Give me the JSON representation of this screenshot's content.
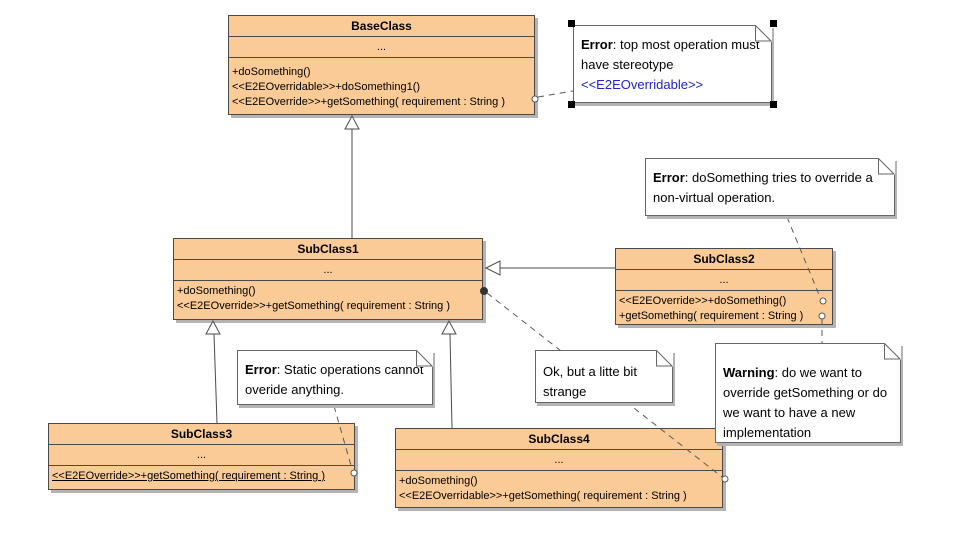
{
  "classes": [
    {
      "name": "BaseClass",
      "attributes": "...",
      "operations": [
        "+doSomething()",
        "<<E2EOverridable>>+doSomething1()",
        "<<E2EOverride>>+getSomething( requirement : String )"
      ]
    },
    {
      "name": "SubClass1",
      "attributes": "...",
      "operations": [
        "+doSomething()",
        "<<E2EOverride>>+getSomething( requirement : String )"
      ]
    },
    {
      "name": "SubClass2",
      "attributes": "...",
      "operations": [
        "<<E2EOverride>>+doSomething()",
        "+getSomething( requirement : String )"
      ]
    },
    {
      "name": "SubClass3",
      "attributes": "...",
      "operations": [
        "<<E2EOverride>>+getSomething( requirement : String )"
      ]
    },
    {
      "name": "SubClass4",
      "attributes": "...",
      "operations": [
        "+doSomething()",
        "<<E2EOverridable>>+getSomething( requirement : String )"
      ]
    }
  ],
  "notes": {
    "stereotype": {
      "prefix": "Error",
      "text": ": top most operation must have stereotype",
      "stereotype_link": "<<E2EOverridable>>",
      "selected": true
    },
    "override": {
      "prefix": "Error",
      "text": ": doSomething tries to override a non-virtual operation."
    },
    "static": {
      "prefix": "Error",
      "text": ": Static operations cannot overide anything."
    },
    "ok": {
      "text": "Ok, but a litte bit strange"
    },
    "warning": {
      "prefix": "Warning",
      "text": ": do we want to override getSomething or do we want to have a new implementation"
    }
  },
  "colors": {
    "class_fill": "#FACB96",
    "class_border": "#4A4A4A",
    "note_fill": "#FFFFFF",
    "note_border": "#666666",
    "shadow": "#B4B4B4",
    "stereotype_link_blue": "#2222CC",
    "connector": "#4A4A4A",
    "selection_handle": "#000000"
  }
}
